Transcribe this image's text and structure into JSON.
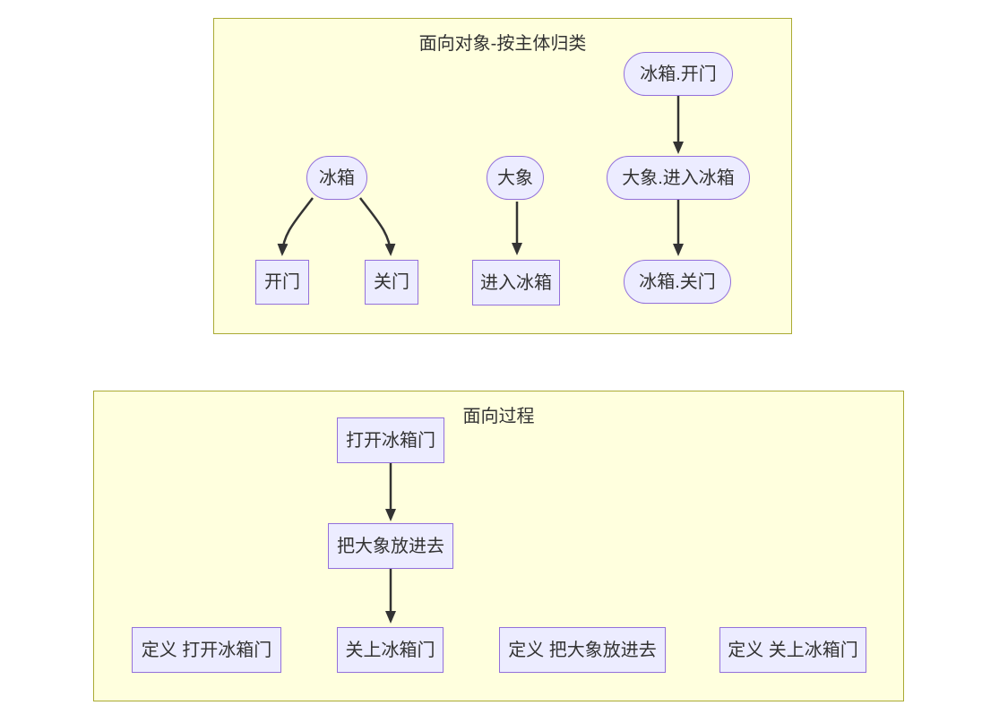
{
  "colors": {
    "page_background": "#ffffff",
    "cluster_fill": "#ffffde",
    "cluster_border": "#aaaa33",
    "node_fill": "#ECECFF",
    "node_border": "#9370DB",
    "edge": "#333333",
    "text": "#333333"
  },
  "clusters": {
    "object": {
      "title": "面向对象-按主体归类",
      "nodes": {
        "fridge_open": "冰箱.开门",
        "fridge": "冰箱",
        "elephant": "大象",
        "elephant_enter_fridge": "大象.进入冰箱",
        "open_door": "开门",
        "close_door": "关门",
        "enter_fridge": "进入冰箱",
        "fridge_close": "冰箱.关门"
      },
      "edges": [
        "冰箱.开门 -> 大象.进入冰箱",
        "大象.进入冰箱 -> 冰箱.关门",
        "冰箱 -> 开门",
        "冰箱 -> 关门",
        "大象 -> 进入冰箱"
      ]
    },
    "process": {
      "title": "面向过程",
      "nodes": {
        "open_fridge_door": "打开冰箱门",
        "put_elephant_in": "把大象放进去",
        "close_fridge_door": "关上冰箱门",
        "def_open_fridge_door": "定义 打开冰箱门",
        "def_put_elephant_in": "定义 把大象放进去",
        "def_close_fridge_door": "定义 关上冰箱门"
      },
      "edges": [
        "打开冰箱门 -> 把大象放进去",
        "把大象放进去 -> 关上冰箱门"
      ]
    }
  }
}
